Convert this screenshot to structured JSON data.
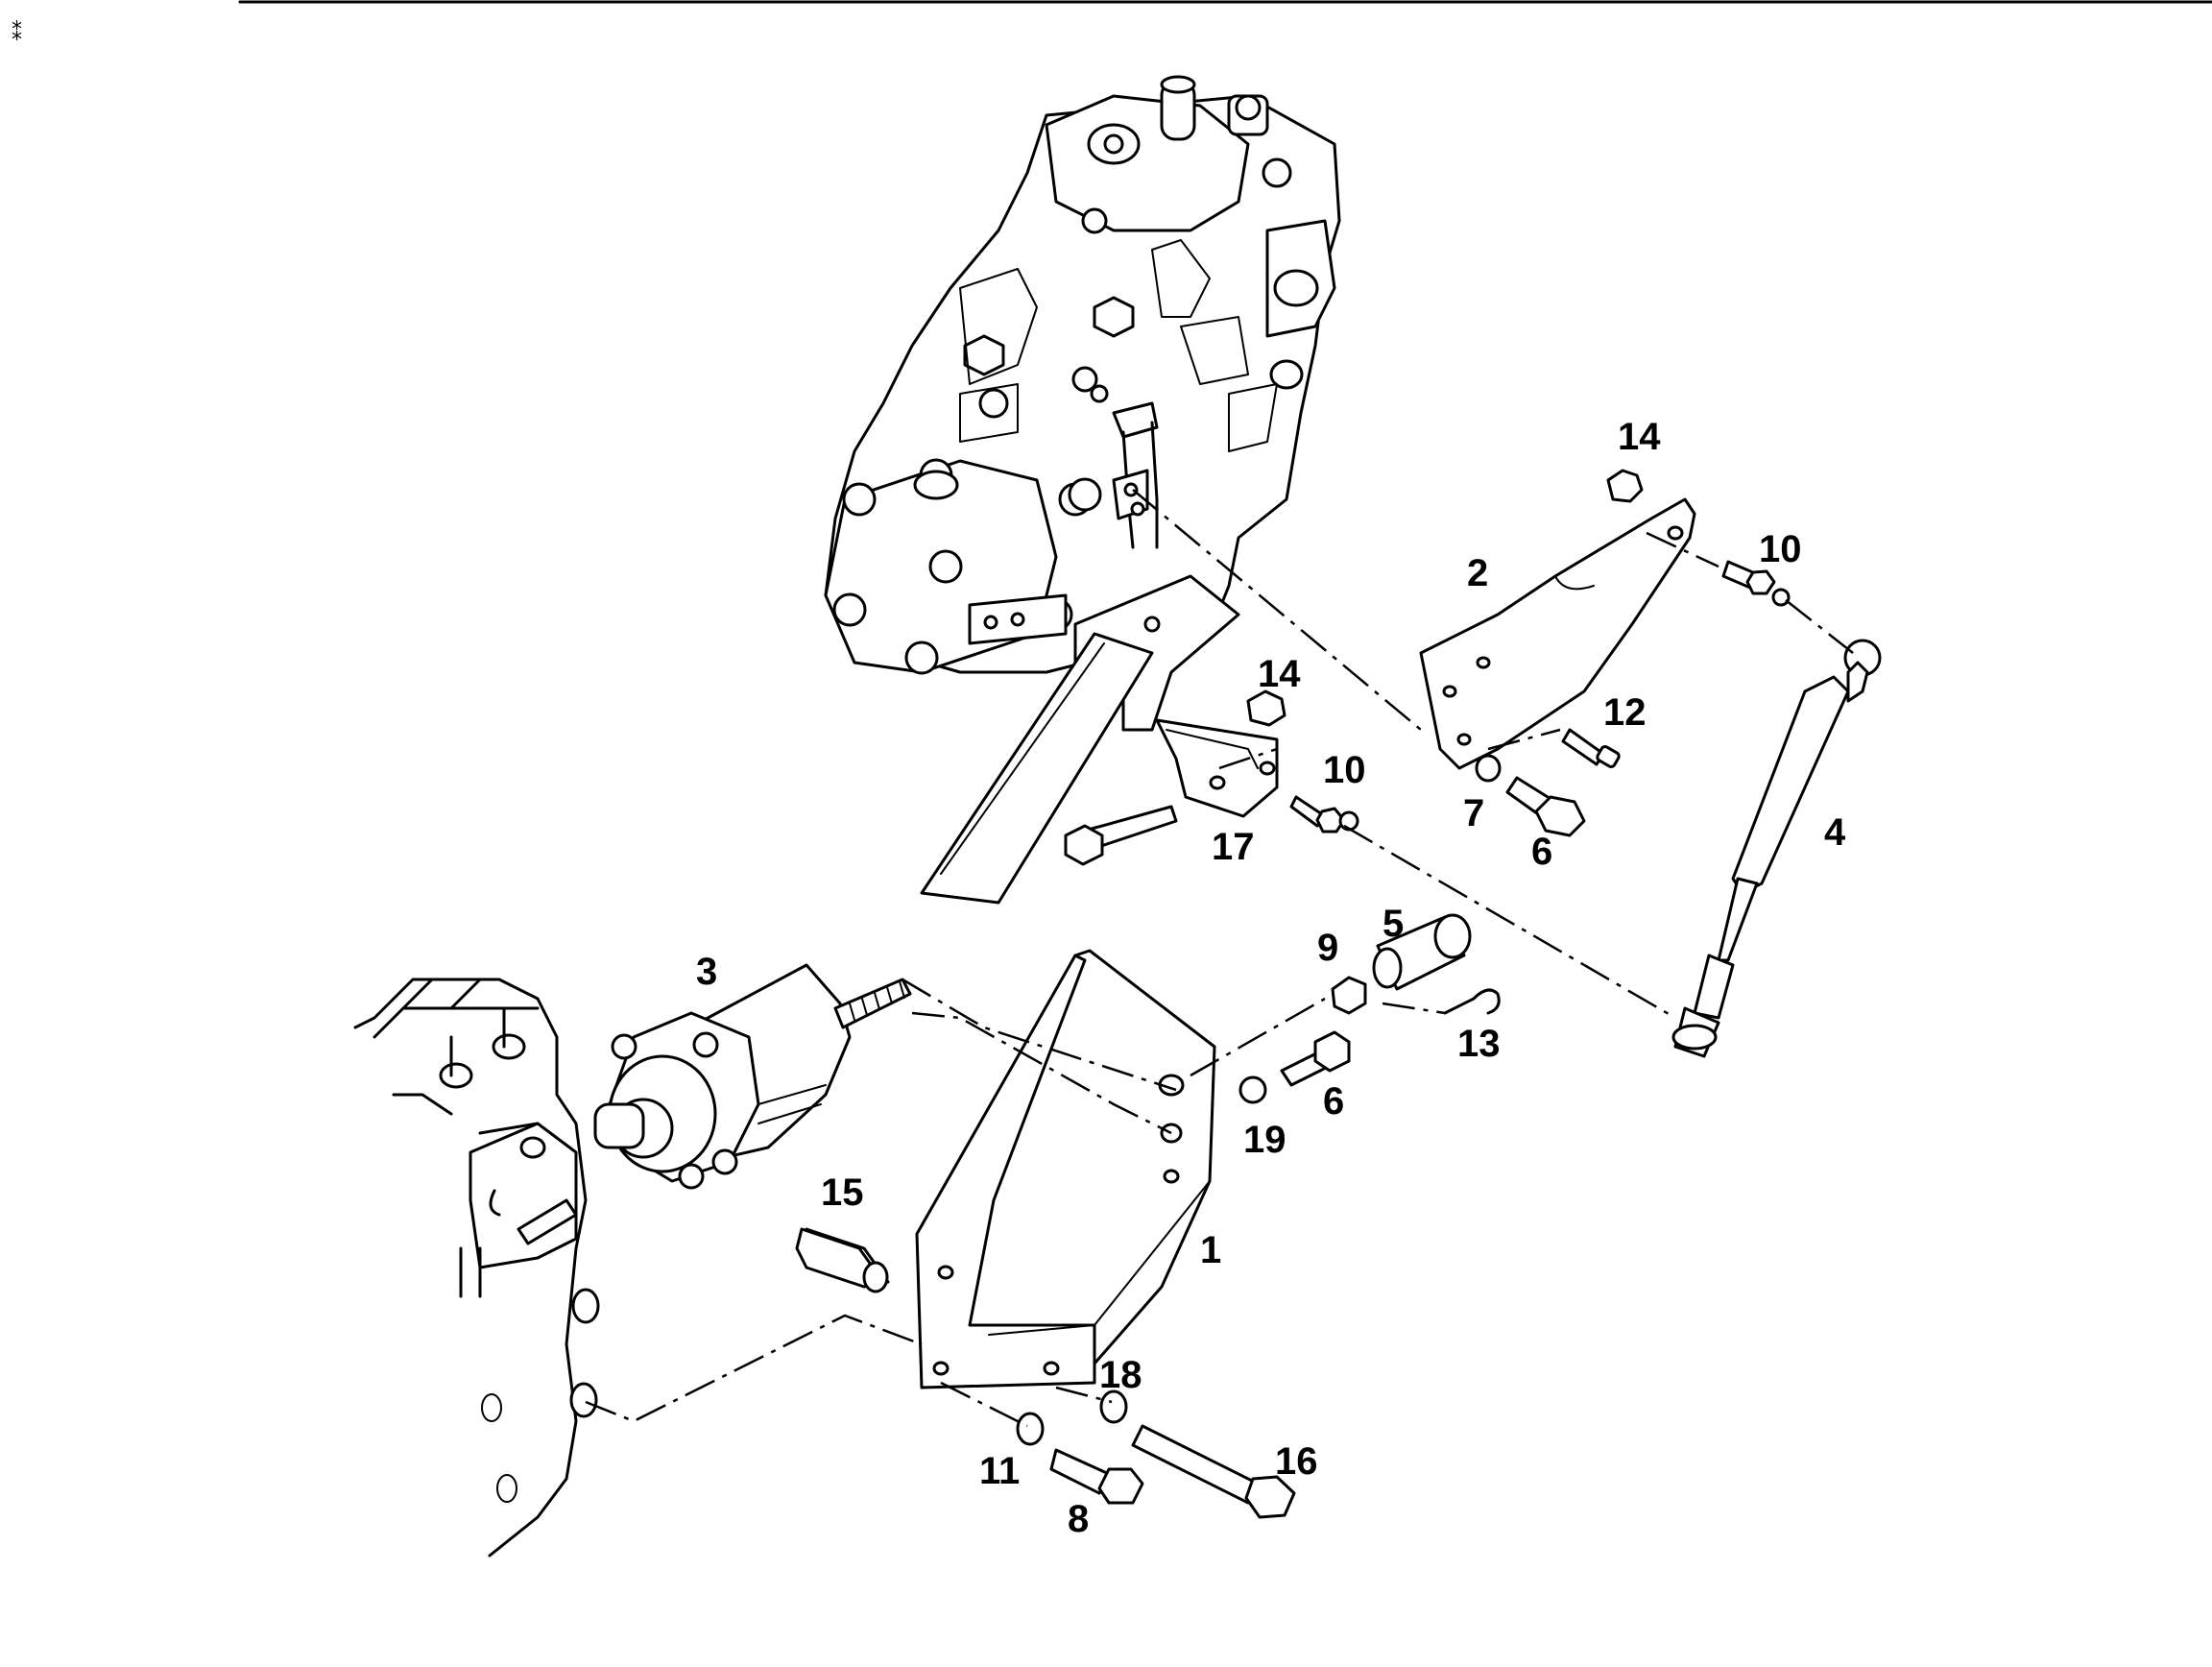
{
  "callouts": [
    {
      "id": "c1",
      "label": "1"
    },
    {
      "id": "c2",
      "label": "2"
    },
    {
      "id": "c3",
      "label": "3"
    },
    {
      "id": "c4",
      "label": "4"
    },
    {
      "id": "c5",
      "label": "5"
    },
    {
      "id": "c6a",
      "label": "6"
    },
    {
      "id": "c6b",
      "label": "6"
    },
    {
      "id": "c7",
      "label": "7"
    },
    {
      "id": "c8",
      "label": "8"
    },
    {
      "id": "c9",
      "label": "9"
    },
    {
      "id": "c10a",
      "label": "10"
    },
    {
      "id": "c10b",
      "label": "10"
    },
    {
      "id": "c11",
      "label": "11"
    },
    {
      "id": "c12",
      "label": "12"
    },
    {
      "id": "c13",
      "label": "13"
    },
    {
      "id": "c14a",
      "label": "14"
    },
    {
      "id": "c14b",
      "label": "14"
    },
    {
      "id": "c15",
      "label": "15"
    },
    {
      "id": "c16",
      "label": "16"
    },
    {
      "id": "c17",
      "label": "17"
    },
    {
      "id": "c18",
      "label": "18"
    },
    {
      "id": "c19",
      "label": "19"
    }
  ],
  "colors": {
    "ink": "#000000",
    "paper": "#ffffff"
  }
}
